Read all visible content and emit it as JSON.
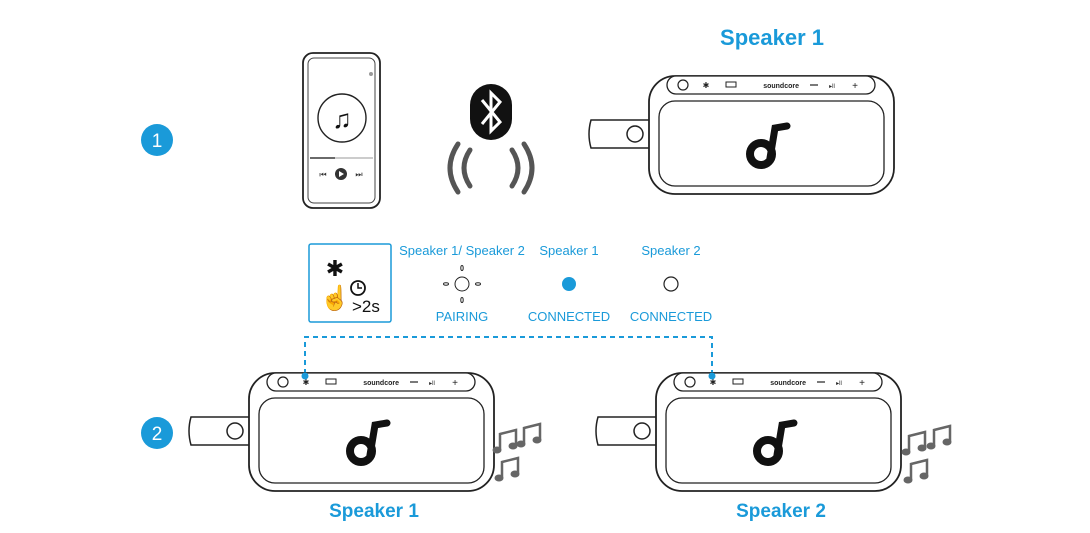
{
  "colors": {
    "accent": "#1a9ad9",
    "line": "#222222",
    "wave": "#555555"
  },
  "steps": [
    {
      "number": "1"
    },
    {
      "number": "2"
    }
  ],
  "top_speaker": {
    "title": "Speaker 1"
  },
  "speaker_panel": {
    "brand": "soundcore"
  },
  "phone": {
    "icon": "music-note-icon"
  },
  "instruction": {
    "hold_time": ">2s"
  },
  "indicators": [
    {
      "label": "Speaker 1/ Speaker 2",
      "state": "PAIRING"
    },
    {
      "label": "Speaker 1",
      "state": "CONNECTED"
    },
    {
      "label": "Speaker 2",
      "state": "CONNECTED"
    }
  ],
  "bottom_speakers": [
    {
      "title": "Speaker 1"
    },
    {
      "title": "Speaker 2"
    }
  ]
}
